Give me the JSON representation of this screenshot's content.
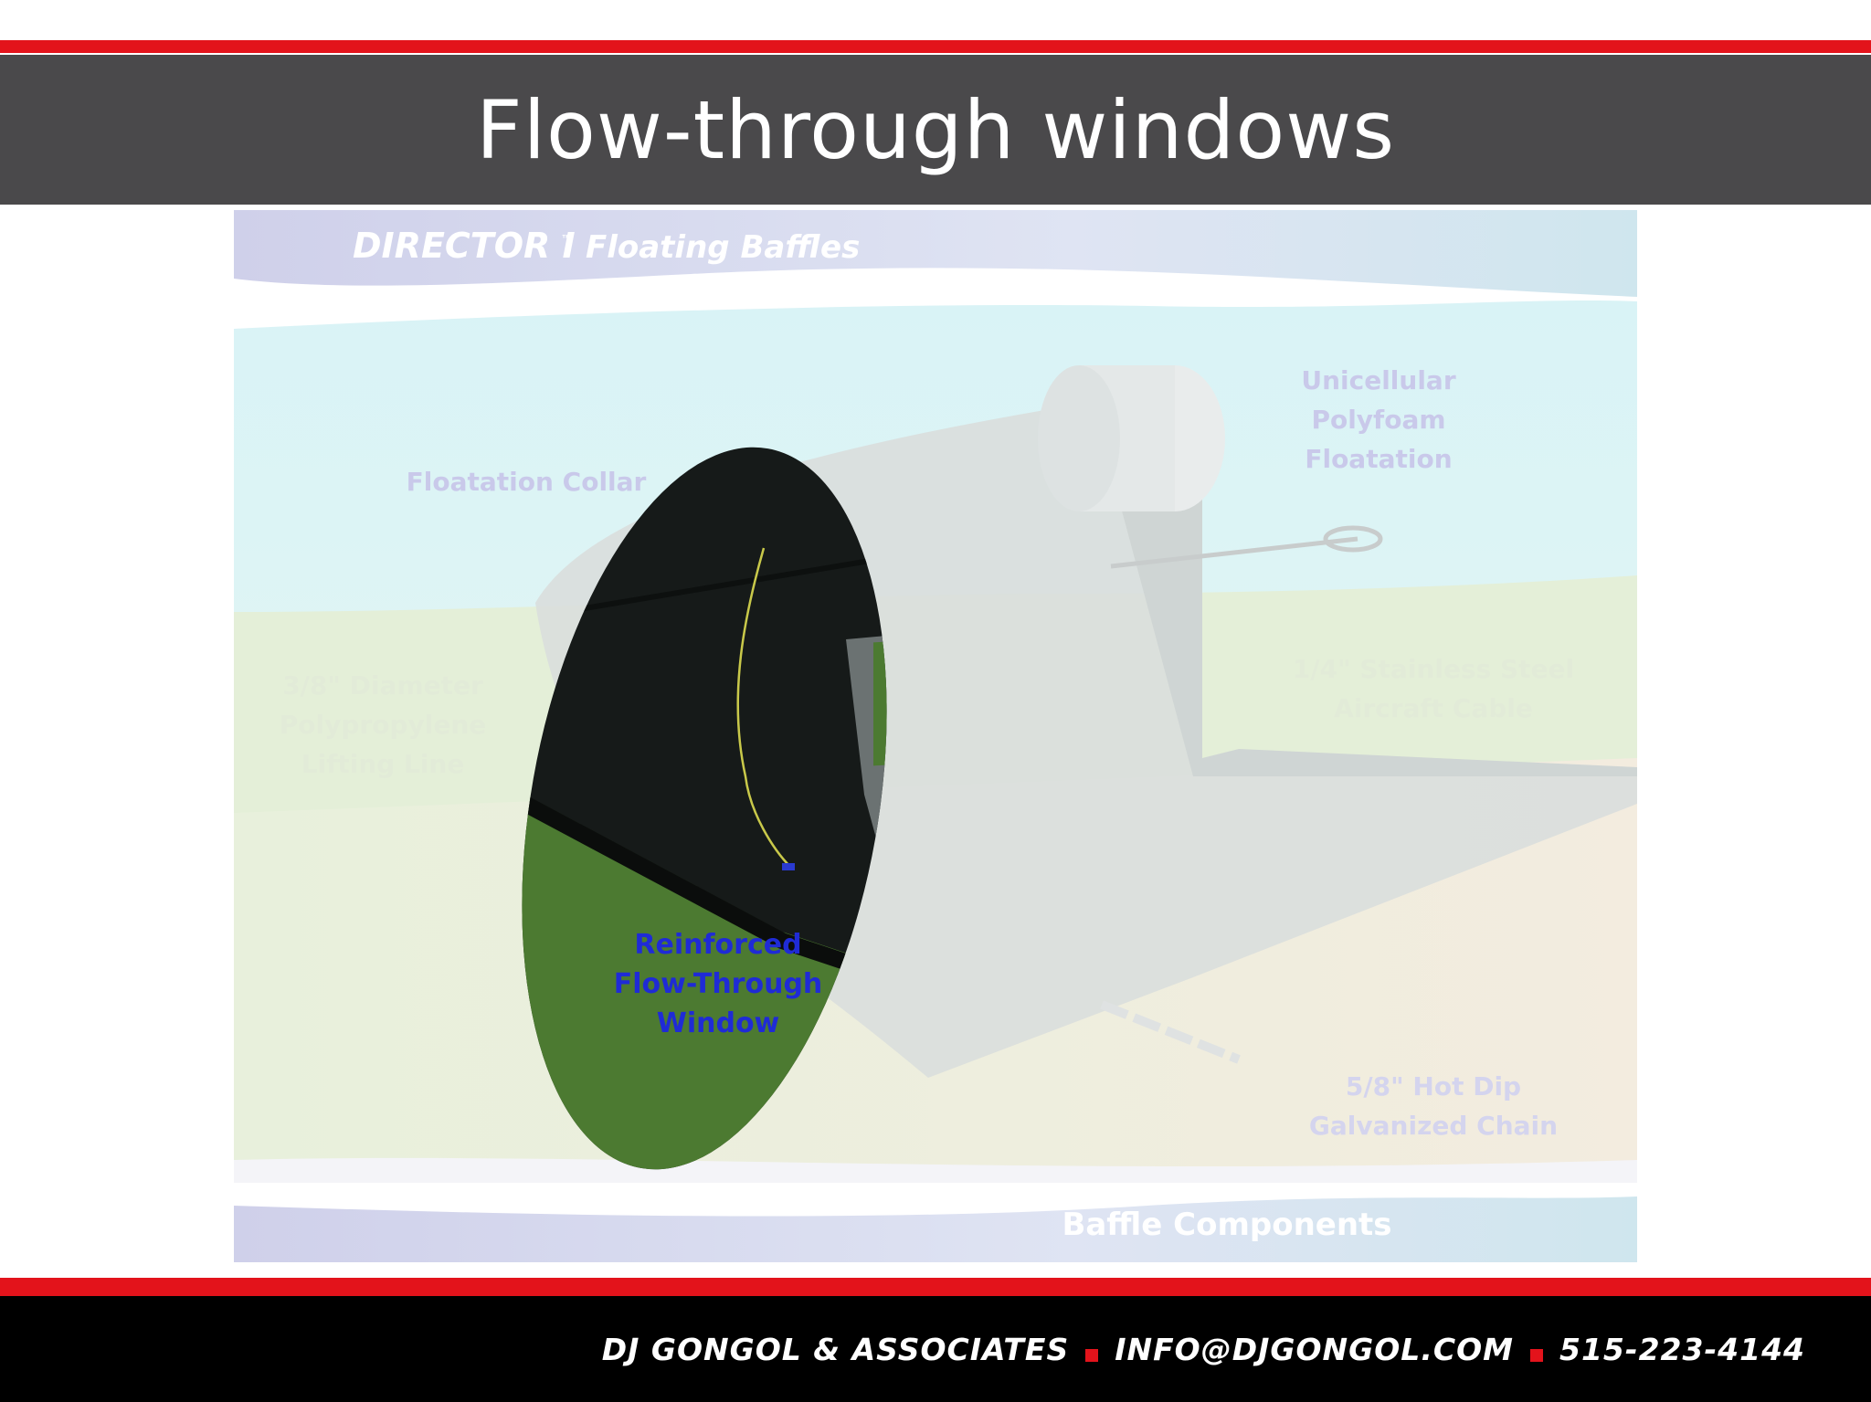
{
  "header": {
    "title": "Flow-through windows",
    "accent_color": "#e3131b",
    "bar_color": "#4a494b"
  },
  "figure": {
    "brand_title": "DIRECTOR I",
    "brand_tm": "™",
    "brand_subtitle": "Floating Baffles",
    "labels": {
      "unicellular_1": "Unicellular",
      "unicellular_2": "Polyfoam",
      "unicellular_3": "Floatation",
      "collar": "Floatation Collar",
      "line_1": "3/8\" Diameter",
      "line_2": "Polypropylene",
      "line_3": "Lifting Line",
      "cable_1": "1/4\" Stainless Steel",
      "cable_2": "Aircraft Cable",
      "window_1": "Reinforced",
      "window_2": "Flow-Through",
      "window_3": "Window",
      "chain_1": "5/8\" Hot Dip",
      "chain_2": "Galvanized Chain"
    },
    "caption": "Baffle Components",
    "highlight_color": "#4c7a31",
    "window_label_color": "#1f2bd6"
  },
  "footer": {
    "company": "DJ GONGOL & ASSOCIATES",
    "email": "INFO@DJGONGOL.COM",
    "phone": "515-223-4144"
  }
}
